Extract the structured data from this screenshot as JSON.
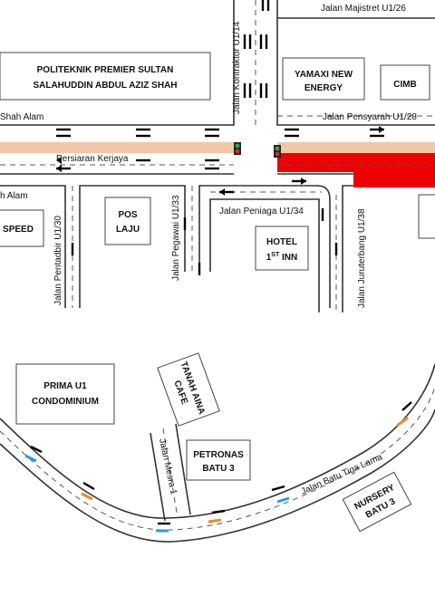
{
  "streets": {
    "majistret": "Jalan Majistret U1/26",
    "kontraktor": "Jalan Kontraktor U1/14",
    "pensyarah": "Jalan Pensyarah U1/28",
    "kerjaya": "Persiaran Kerjaya",
    "shah_alam_1": "Shah Alam",
    "shah_alam_2": "h Alam",
    "pentadbir": "Jalan Pentadbir U1/30",
    "pegawai": "Jalan Pegawai U1/33",
    "peniaga": "Jalan Peniaga U1/34",
    "juruterbang": "Jalan Juruterbang U1/38",
    "mesra": "Jalan Mesra 1",
    "batu_tiga_lama": "Jalan Batu Tiga Lama"
  },
  "places": {
    "politeknik_1": "POLITEKNIK PREMIER SULTAN",
    "politeknik_2": "SALAHUDDIN ABDUL AZIZ SHAH",
    "yamaxi_1": "YAMAXI NEW",
    "yamaxi_2": "ENERGY",
    "cimb": "CIMB",
    "speed": "SPEED",
    "pos_1": "POS",
    "pos_2": "LAJU",
    "hotel_1": "HOTEL",
    "hotel_2_num": "1",
    "hotel_2_sup": "ST",
    "hotel_2_rest": " INN",
    "prima_1": "PRIMA U1",
    "prima_2": "CONDOMINIUM",
    "tanah_1": "TANAH AINA",
    "tanah_2": "CAFE",
    "petronas_1": "PETRONAS",
    "petronas_2": "BATU 3",
    "nursery_1": "NURSERY",
    "nursery_2": "BATU 3"
  },
  "colors": {
    "kerjaya_road": "#f2c7a6",
    "highlight_zone": "#ee0000",
    "lane_blue": "#2e9be0",
    "lane_orange": "#e88a2a",
    "traffic_light_red": "#d92b2b",
    "traffic_light_green": "#33a84a"
  }
}
